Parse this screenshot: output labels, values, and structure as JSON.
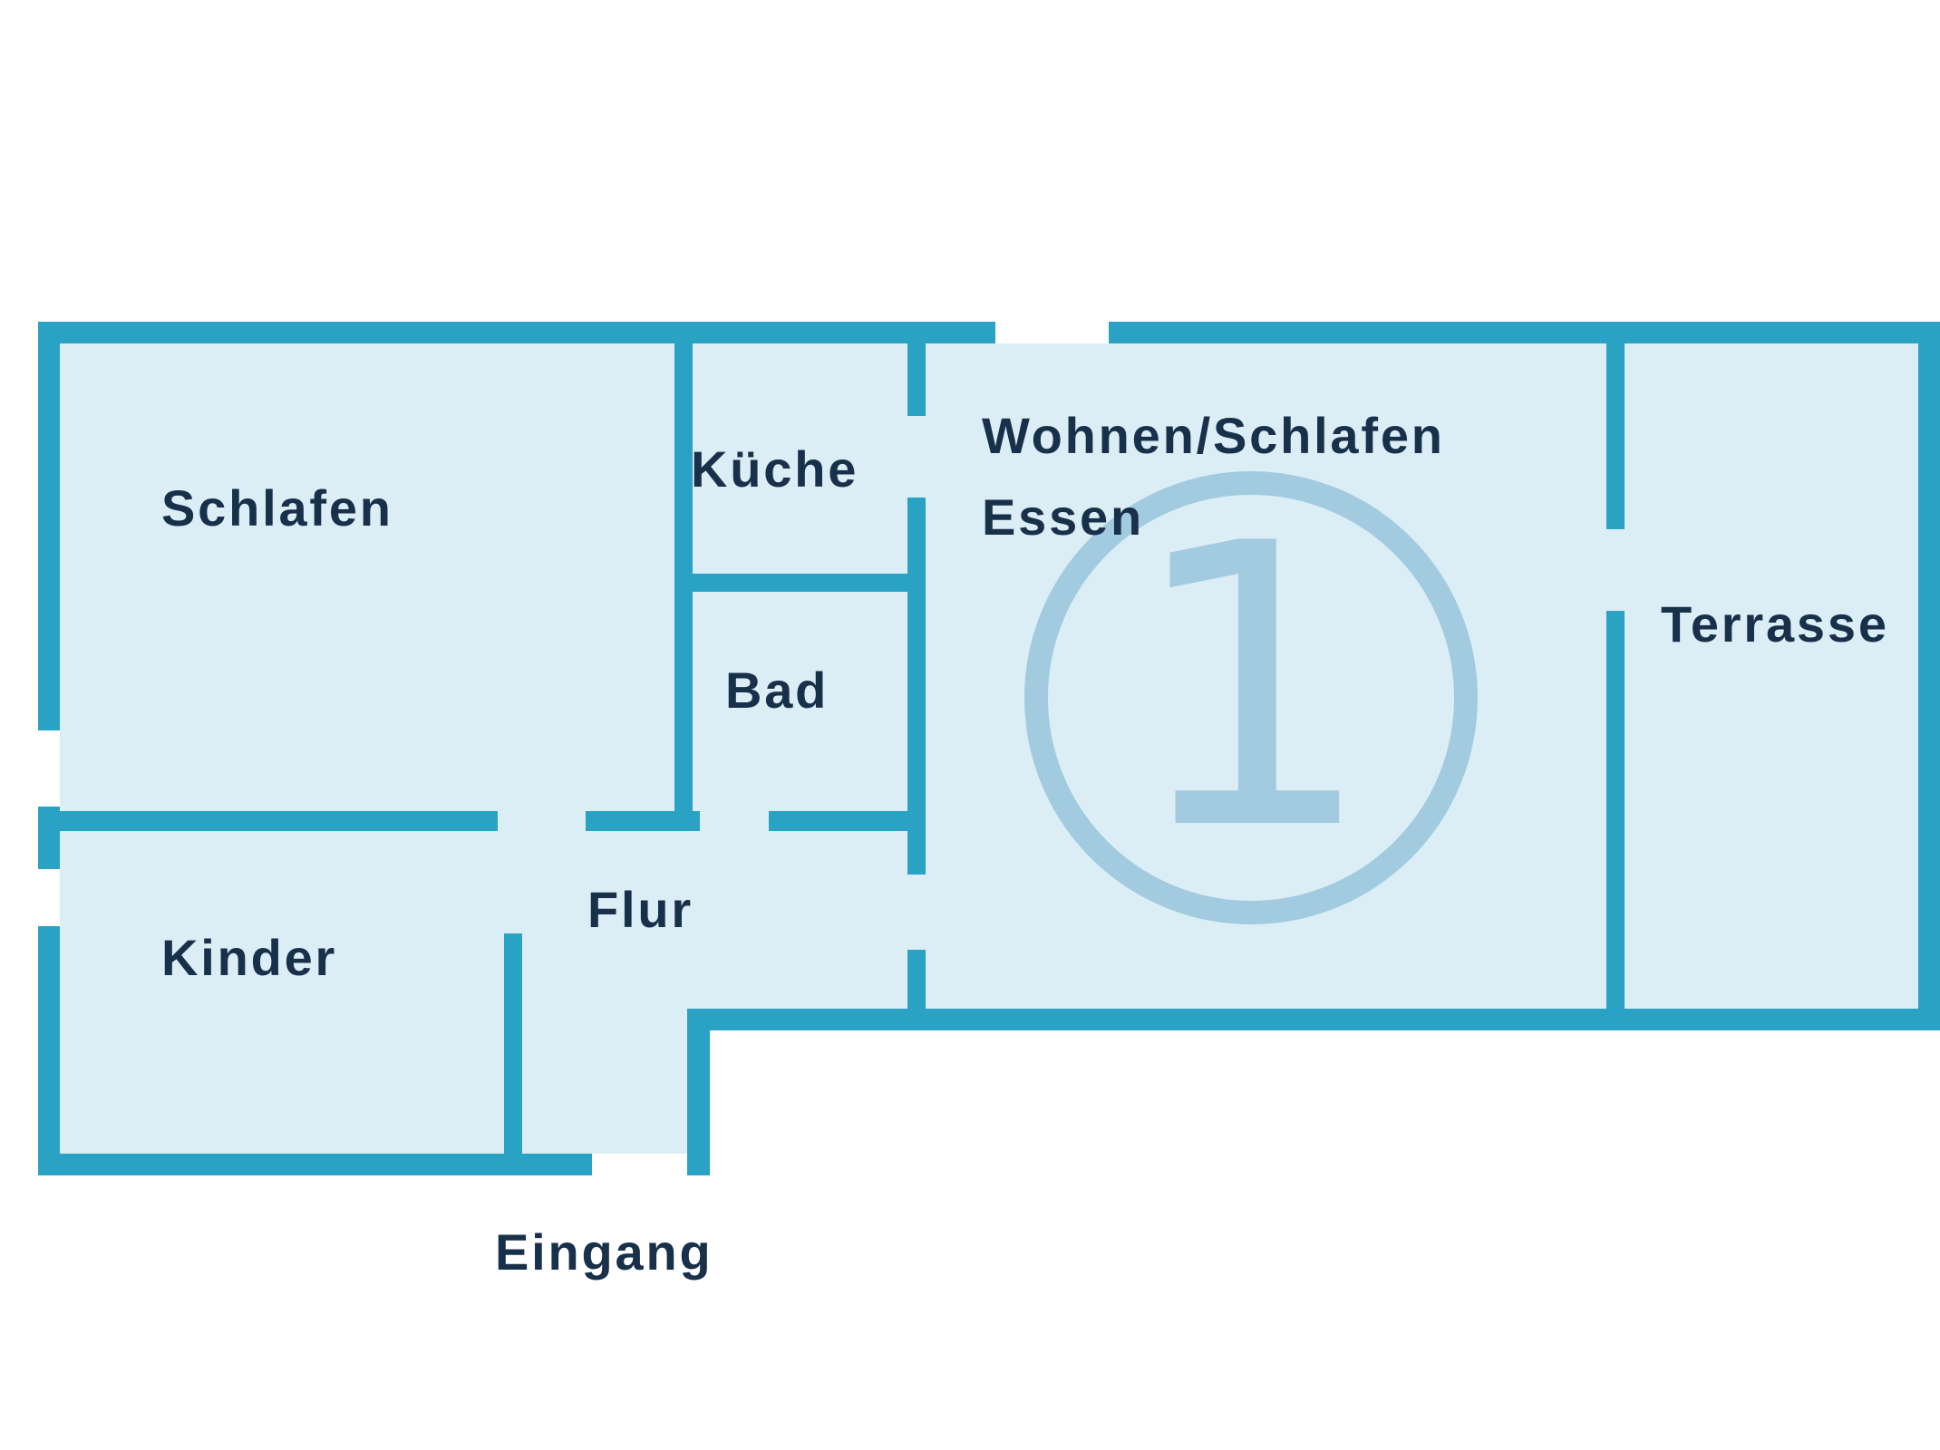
{
  "colors": {
    "wall": "#29a2c4",
    "room_fill": "#dceef5",
    "ink": "#18304a",
    "accent": "#a2cbe0",
    "bg": "#ffffff"
  },
  "floor_plan": {
    "unit_number": "1",
    "labels": {
      "schlafen": "Schlafen",
      "kueche": "Küche",
      "bad": "Bad",
      "flur": "Flur",
      "kinder": "Kinder",
      "wohnen_line1": "Wohnen/Schlafen",
      "wohnen_line2": "Essen",
      "terrasse": "Terrasse",
      "eingang": "Eingang"
    }
  }
}
